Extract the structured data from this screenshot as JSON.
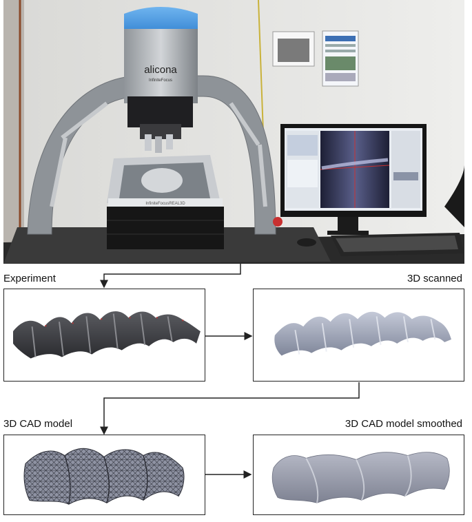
{
  "photo": {
    "brand_text": "alicona",
    "brand_subtext": "InfiniteFocus",
    "stage_text": "InfiniteFocusREAL3D"
  },
  "labels": {
    "experiment": "Experiment",
    "scanned": "3D scanned",
    "cad_model": "3D CAD model",
    "cad_smoothed": "3D CAD model smoothed"
  },
  "colors": {
    "frame": "#222222",
    "arrow": "#222222",
    "scan_surface": "#9aa2b4",
    "cad_surface": "#8c90a0",
    "specimen": "#3e3f44"
  }
}
